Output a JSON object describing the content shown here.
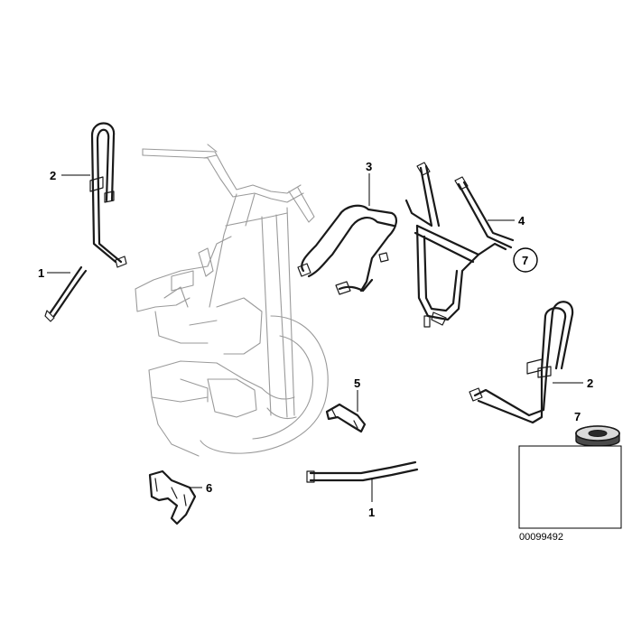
{
  "callouts": {
    "c2_left": "2",
    "c1_left": "1",
    "c3": "3",
    "c4": "4",
    "c7_circled": "7",
    "c2_right": "2",
    "c5": "5",
    "c7": "7",
    "c6": "6",
    "c1_bottom": "1"
  },
  "reference_number": "00099492"
}
